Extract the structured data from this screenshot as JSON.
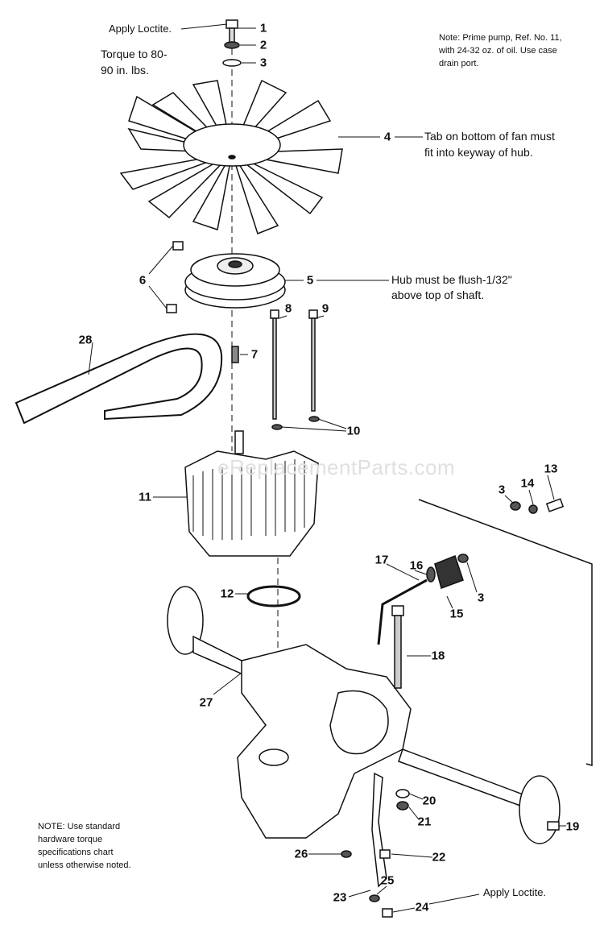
{
  "notes": {
    "apply_loctite_top": "Apply Loctite.",
    "torque": [
      "Torque to 80-",
      "90 in. lbs."
    ],
    "prime_pump": [
      "Note:  Prime pump, Ref. No. 11,",
      "with 24-32 oz. of oil.  Use case",
      "drain port."
    ],
    "fan_tab": [
      "Tab on bottom of fan must",
      "fit into keyway of hub."
    ],
    "hub_flush": [
      "Hub must be flush-1/32\"",
      "above top of shaft."
    ],
    "standard_torque": [
      "NOTE:  Use standard",
      "hardware torque",
      "specifications chart",
      "unless otherwise noted."
    ],
    "apply_loctite_bottom": "Apply Loctite."
  },
  "watermark": "eReplacementParts.com",
  "callouts": [
    "1",
    "2",
    "3",
    "4",
    "5",
    "6",
    "7",
    "8",
    "9",
    "10",
    "11",
    "12",
    "13",
    "14",
    "3",
    "16",
    "17",
    "15",
    "3",
    "18",
    "27",
    "20",
    "21",
    "19",
    "22",
    "26",
    "25",
    "23",
    "24",
    "28"
  ]
}
